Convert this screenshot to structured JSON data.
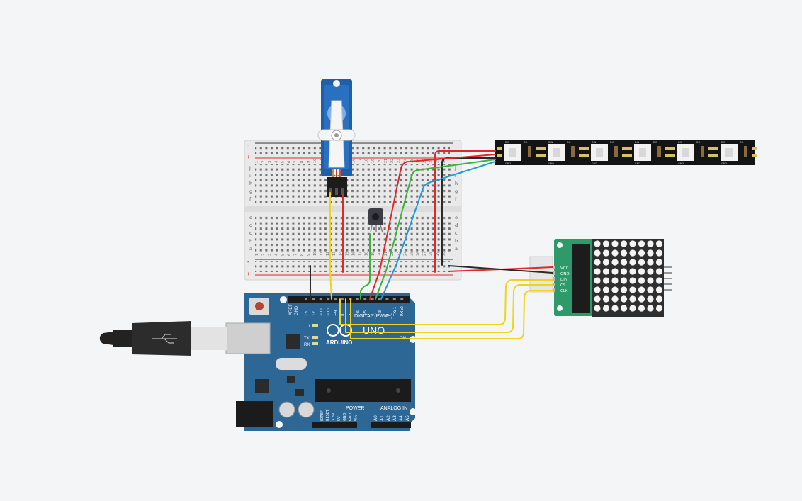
{
  "canvas": {
    "background": "#f3f5f7"
  },
  "components": {
    "breadboard": {
      "row_letters_top": [
        "j",
        "i",
        "h",
        "g",
        "f"
      ],
      "row_letters_bottom": [
        "e",
        "d",
        "c",
        "b",
        "a"
      ],
      "rail_plus": "+",
      "rail_minus": "-",
      "column_numbers": [
        "1",
        "2",
        "3",
        "4",
        "5",
        "6",
        "7",
        "8",
        "9",
        "10",
        "11",
        "12",
        "13",
        "14",
        "15",
        "16",
        "17",
        "18",
        "19",
        "20",
        "21",
        "22",
        "23",
        "24",
        "25",
        "26",
        "27",
        "28",
        "29",
        "30"
      ]
    },
    "arduino": {
      "name": "UNO",
      "brand": "ARDUINO",
      "digital_label": "DIGITAL (PWM~)",
      "power_label": "POWER",
      "analog_label": "ANALOG IN",
      "aref": "AREF",
      "gnd": "GND",
      "top_pins": [
        "13",
        "12",
        "~11",
        "~10",
        "~9",
        "8",
        "7",
        "~6",
        "~5",
        "4",
        "~3",
        "2",
        "TX▸1",
        "RX◂0"
      ],
      "power_pins": [
        "IOREF",
        "RESET",
        "3.3V",
        "5V",
        "GND",
        "GND",
        "Vin"
      ],
      "analog_pins": [
        "A0",
        "A1",
        "A2",
        "A3",
        "A4",
        "A5"
      ],
      "led_L": "L",
      "led_TX": "TX",
      "led_RX": "RX",
      "on": "ON"
    },
    "led_strip": {
      "pad_din": "DIN",
      "pad_do": "DO",
      "pad_5v": "5V",
      "pad_gnd": "GND",
      "leds": 6
    },
    "matrix": {
      "pins": [
        "VCC",
        "GND",
        "DIN",
        "CS",
        "CLK"
      ]
    }
  },
  "wire_colors": {
    "red": "#e0282b",
    "black": "#2a2a2a",
    "yellow": "#f2d31b",
    "green": "#3cb33a",
    "blue": "#1f9ad6"
  }
}
